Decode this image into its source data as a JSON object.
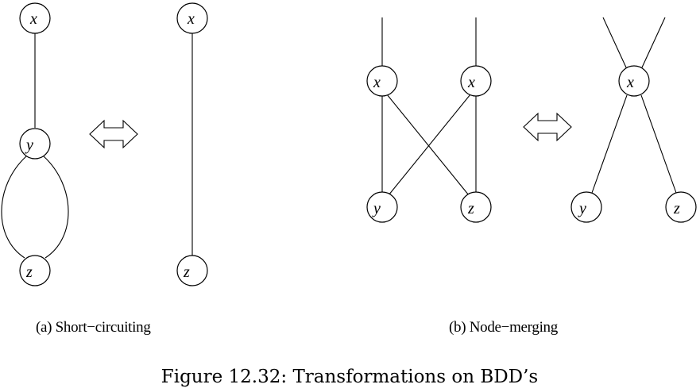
{
  "panel_a": {
    "left_graph": {
      "top": "x",
      "middle": "y",
      "bottom": "z"
    },
    "right_graph": {
      "top": "x",
      "bottom": "z"
    },
    "label": "(a) Short−circuiting"
  },
  "panel_b": {
    "left_graph": {
      "x1": "x",
      "x2": "x",
      "y": "y",
      "z": "z"
    },
    "right_graph": {
      "x": "x",
      "y": "y",
      "z": "z"
    },
    "label": "(b) Node−merging"
  },
  "caption": "Figure 12.32: Transformations on BDD’s"
}
